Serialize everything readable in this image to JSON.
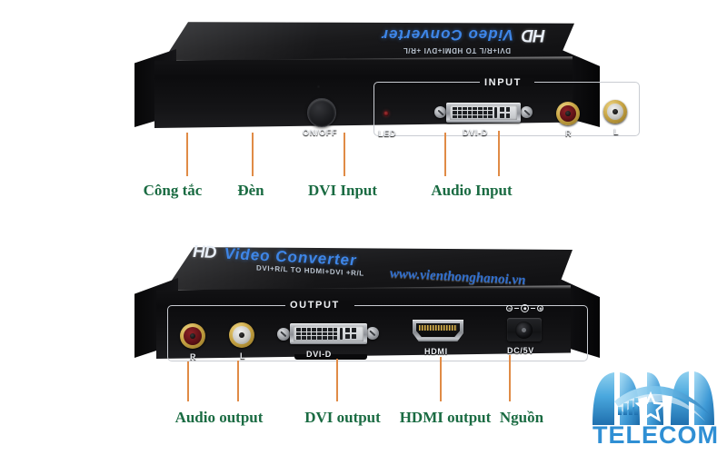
{
  "page": {
    "background": "#ffffff",
    "accent_green": "#1a6b42",
    "accent_orange": "#e08b46",
    "logo_blue": "#2f8fd4",
    "brand_blue": "#3e86e8"
  },
  "devices": [
    {
      "id": "input-device",
      "view": "rear-top",
      "brand": {
        "hd": "HD",
        "model": "Video Converter",
        "subtitle": "DVI+R/L TO HDMI+DVI +R/L"
      },
      "panel_label": "INPUT",
      "controls": [
        {
          "name": "power-button",
          "silk": "ON/OFF"
        },
        {
          "name": "led-indicator",
          "silk": "LED"
        },
        {
          "name": "dvi-d-port",
          "silk": "DVI-D"
        },
        {
          "name": "rca-right",
          "silk": "R"
        },
        {
          "name": "rca-left",
          "silk": "L"
        }
      ]
    },
    {
      "id": "output-device",
      "view": "rear-top",
      "brand": {
        "hd": "HD",
        "model": "Video Converter",
        "subtitle": "DVI+R/L TO HDMI+DVI +R/L"
      },
      "watermark": "www.vienthonghanoi.vn",
      "panel_label": "OUTPUT",
      "controls": [
        {
          "name": "rca-right",
          "silk": "R"
        },
        {
          "name": "rca-left",
          "silk": "L"
        },
        {
          "name": "dvi-d-port",
          "silk": "DVI-D"
        },
        {
          "name": "hdmi-port",
          "silk": "HDMI"
        },
        {
          "name": "dc-power-jack",
          "silk": "DC/5V"
        }
      ]
    }
  ],
  "callouts_top": [
    {
      "label": "Công tắc",
      "target": "power-button"
    },
    {
      "label": "Đèn",
      "target": "led-indicator"
    },
    {
      "label": "DVI Input",
      "target": "dvi-d-port"
    },
    {
      "label": "Audio Input",
      "target": "rca-pair"
    }
  ],
  "callouts_bottom": [
    {
      "label": "Audio output",
      "target": "rca-pair"
    },
    {
      "label": "DVI output",
      "target": "dvi-d-port"
    },
    {
      "label": "HDMI output",
      "target": "hdmi-port"
    },
    {
      "label": "Nguồn",
      "target": "dc-power-jack"
    }
  ],
  "logo": {
    "monogram": "HN",
    "wordmark": "TELECOM",
    "icon": "hn-telecom-logo"
  }
}
